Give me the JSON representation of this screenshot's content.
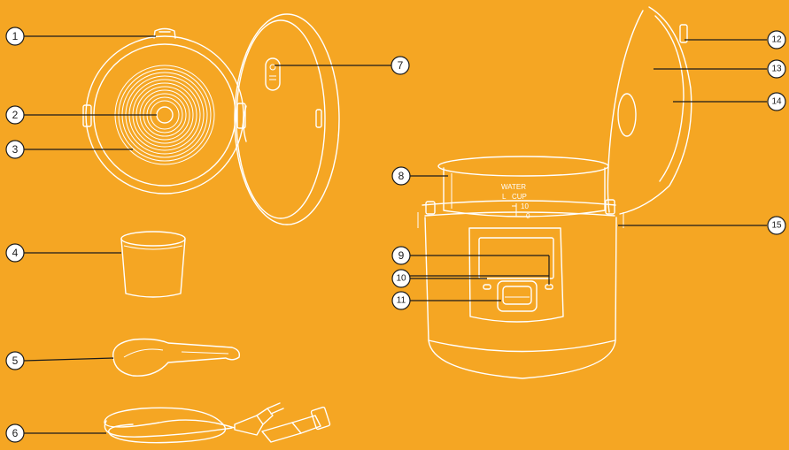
{
  "background_color": "#F5A623",
  "line_color": "#FFFFFF",
  "badge_fill": "#FFFFFF",
  "badge_stroke": "#1B1B1B",
  "callouts": [
    "1",
    "2",
    "3",
    "4",
    "5",
    "6",
    "7",
    "8",
    "9",
    "10",
    "11",
    "12",
    "13",
    "14",
    "15"
  ],
  "scale": {
    "water": "WATER",
    "cup": "CUP",
    "l": "L",
    "ten": "10",
    "zero": "0"
  },
  "parts_depicted": [
    "lid-icon",
    "spoon-icon",
    "cup-icon",
    "power-cord-icon",
    "rice-cooker-icon"
  ]
}
